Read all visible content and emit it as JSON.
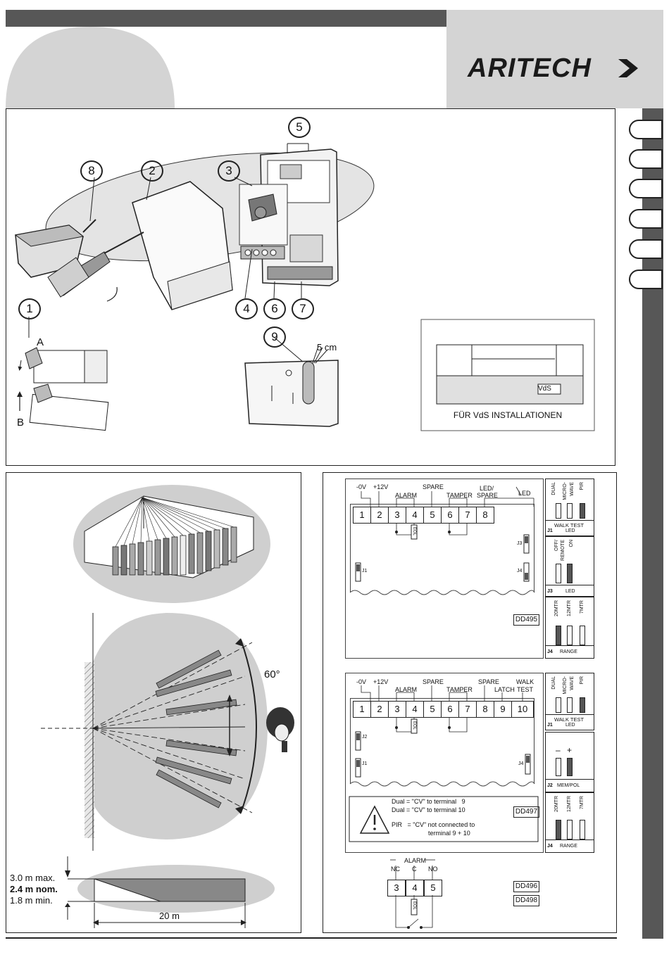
{
  "header": {
    "brand": "ARITECH"
  },
  "section_install": {
    "callouts": [
      "1",
      "2",
      "3",
      "4",
      "5",
      "6",
      "7",
      "8",
      "9"
    ],
    "label_a": "A",
    "label_b": "B",
    "cable_length": "5 cm",
    "vds_tag": "VdS",
    "vds_caption": "FÜR VdS INSTALLATIONEN"
  },
  "coverage": {
    "angle_label": "60°",
    "height_max": "3.0 m max.",
    "height_nom": "2.4 m nom.",
    "height_min": "1.8 m min.",
    "range_label": "20 m"
  },
  "dd495": {
    "terminals": [
      "1",
      "2",
      "3",
      "4",
      "5",
      "6",
      "7",
      "8"
    ],
    "labels": {
      "v0": "-0V",
      "v12": "+12V",
      "alarm": "ALARM",
      "spare": "SPARE",
      "tamper": "TAMPER",
      "led_spare_1": "LED/",
      "led_spare_2": "SPARE",
      "led": "LED"
    },
    "jumpers": {
      "j1": "J1",
      "j3": "J3",
      "j4": "J4"
    },
    "res_label": "EOL",
    "model": "DD495",
    "panel_j1": {
      "opts": [
        "DUAL",
        "MICRO-",
        "WAVE",
        "PIR"
      ],
      "title": "WALK TEST",
      "id": "J1",
      "sub": "LED"
    },
    "panel_j3": {
      "opts": [
        "OFF/",
        "REMOTE",
        "ON"
      ],
      "id": "J3",
      "sub": "LED"
    },
    "panel_j4": {
      "opts": [
        "20MTR",
        "12MTR",
        "7MTR"
      ],
      "id": "J4",
      "sub": "RANGE"
    }
  },
  "dd497": {
    "terminals": [
      "1",
      "2",
      "3",
      "4",
      "5",
      "6",
      "7",
      "8",
      "9",
      "10"
    ],
    "labels": {
      "v0": "-0V",
      "v12": "+12V",
      "alarm": "ALARM",
      "spare": "SPARE",
      "tamper": "TAMPER",
      "spare2": "SPARE",
      "latch": "LATCH",
      "walk_1": "WALK",
      "walk_2": "TEST"
    },
    "jumpers": {
      "j1": "J1",
      "j2": "J2",
      "j4": "J4"
    },
    "res_label": "EOL",
    "model": "DD497",
    "note_1": "Dual = \"CV\" to terminal   9",
    "note_2": "Dual = \"CV\" to terminal 10",
    "note_3": "PIR   = \"CV\" not connected to",
    "note_4": "terminal 9 + 10",
    "panel_j1": {
      "opts": [
        "DUAL",
        "MICRO-",
        "WAVE",
        "PIR"
      ],
      "title": "WALK TEST",
      "id": "J1",
      "sub": "LED"
    },
    "panel_j2": {
      "minus": "–",
      "plus": "+",
      "id": "J2",
      "sub": "MEM/POL"
    },
    "panel_j4": {
      "opts": [
        "20MTR",
        "12MTR",
        "7MTR"
      ],
      "id": "J4",
      "sub": "RANGE"
    }
  },
  "relay": {
    "title": "ALARM",
    "nc": "NC",
    "c": "C",
    "no": "NO",
    "terminals": [
      "3",
      "4",
      "5"
    ],
    "res_label": "EOL",
    "models": [
      "DD496",
      "DD498"
    ]
  }
}
